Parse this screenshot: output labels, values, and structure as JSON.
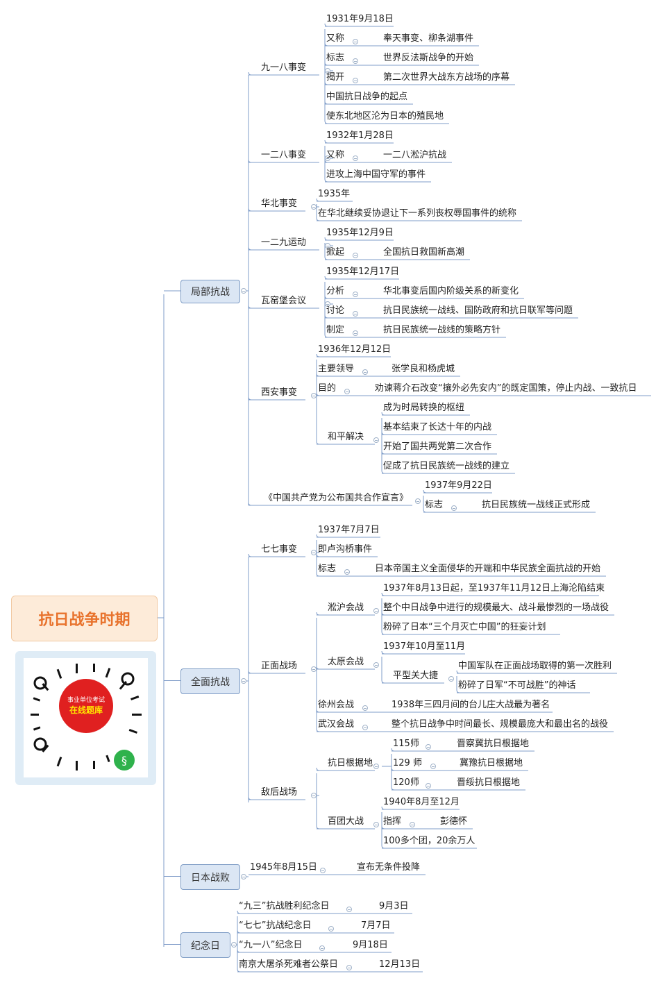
{
  "root": "抗日战争时期",
  "qr": {
    "line1": "事业单位考试",
    "line2": "在线题库"
  },
  "branches": [
    {
      "label": "局部抗战"
    },
    {
      "label": "全面抗战"
    },
    {
      "label": "日本战败"
    },
    {
      "label": "纪念日"
    }
  ],
  "n": {
    "jbs1": "九一八事变",
    "jbs1_date": "1931年9月18日",
    "jbs1_a_k": "又称",
    "jbs1_a_v": "奉天事变、柳条湖事件",
    "jbs1_b_k": "标志",
    "jbs1_b_v": "世界反法斯战争的开始",
    "jbs1_c_k": "揭开",
    "jbs1_c_v": "第二次世界大战东方战场的序幕",
    "jbs1_d": "中国抗日战争的起点",
    "jbs1_e": "使东北地区沦为日本的殖民地",
    "jbs2": "一二八事变",
    "jbs2_date": "1932年1月28日",
    "jbs2_a_k": "又称",
    "jbs2_a_v": "一二八淞沪抗战",
    "jbs2_b": "进攻上海中国守军的事件",
    "jbs3": "华北事变",
    "jbs3_date": "1935年",
    "jbs3_a": "在华北继续妥协退让下一系列丧权辱国事件的统称",
    "jbs4": "一二九运动",
    "jbs4_date": "1935年12月9日",
    "jbs4_a_k": "掀起",
    "jbs4_a_v": "全国抗日救国新高潮",
    "jbs5": "瓦窑堡会议",
    "jbs5_date": "1935年12月17日",
    "jbs5_a_k": "分析",
    "jbs5_a_v": "华北事变后国内阶级关系的新变化",
    "jbs5_b_k": "讨论",
    "jbs5_b_v": "抗日民族统一战线、国防政府和抗日联军等问题",
    "jbs5_c_k": "制定",
    "jbs5_c_v": "抗日民族统一战线的策略方针",
    "jbs6": "西安事变",
    "jbs6_date": "1936年12月12日",
    "jbs6_a_k": "主要领导",
    "jbs6_a_v": "张学良和杨虎城",
    "jbs6_b_k": "目的",
    "jbs6_b_v": "劝谏蒋介石改变“攘外必先安内”的既定国策，停止内战、一致抗日",
    "jbs6_c_k": "和平解决",
    "jbs6_c_1": "成为时局转换的枢纽",
    "jbs6_c_2": "基本结束了长达十年的内战",
    "jbs6_c_3": "开始了国共两党第二次合作",
    "jbs6_c_4": "促成了抗日民族统一战线的建立",
    "jbs7": "《中国共产党为公布国共合作宣言》",
    "jbs7_date": "1937年9月22日",
    "jbs7_a_k": "标志",
    "jbs7_a_v": "抗日民族统一战线正式形成",
    "qm1": "七七事变",
    "qm1_date": "1937年7月7日",
    "qm1_a": "即卢沟桥事件",
    "qm1_b_k": "标志",
    "qm1_b_v": "日本帝国主义全面侵华的开端和中华民族全面抗战的开始",
    "qm2": "正面战场",
    "qm2_a": "淞沪会战",
    "qm2_a_1": "1937年8月13日起，至1937年11月12日上海沦陷结束",
    "qm2_a_2": "整个中日战争中进行的规模最大、战斗最惨烈的一场战役",
    "qm2_a_3": "粉碎了日本“三个月灭亡中国”的狂妄计划",
    "qm2_b": "太原会战",
    "qm2_b_1": "1937年10月至11月",
    "qm2_b_2": "平型关大捷",
    "qm2_b_2_1": "中国军队在正面战场取得的第一次胜利",
    "qm2_b_2_2": "粉碎了日军“不可战胜”的神话",
    "qm2_c": "徐州会战",
    "qm2_c_v": "1938年三四月间的台儿庄大战最为著名",
    "qm2_d": "武汉会战",
    "qm2_d_v": "整个抗日战争中时间最长、规模最庞大和最出名的战役",
    "qm3": "敌后战场",
    "qm3_a": "抗日根据地",
    "qm3_a_1_k": "115师",
    "qm3_a_1_v": "晋察冀抗日根据地",
    "qm3_a_2_k": "129 师",
    "qm3_a_2_v": "冀豫抗日根据地",
    "qm3_a_3_k": "120师",
    "qm3_a_3_v": "晋绥抗日根据地",
    "qm3_b": "百团大战",
    "qm3_b_1": "1940年8月至12月",
    "qm3_b_2_k": "指挥",
    "qm3_b_2_v": "彭德怀",
    "qm3_b_3": "100多个团，20余万人",
    "rb_k": "1945年8月15日",
    "rb_v": "宣布无条件投降",
    "jn1_k": "“九三”抗战胜利纪念日",
    "jn1_v": "9月3日",
    "jn2_k": "“七七”抗战纪念日",
    "jn2_v": "7月7日",
    "jn3_k": "“九一八”纪念日",
    "jn3_v": "9月18日",
    "jn4_k": "南京大屠杀死难者公祭日",
    "jn4_v": "12月13日"
  }
}
